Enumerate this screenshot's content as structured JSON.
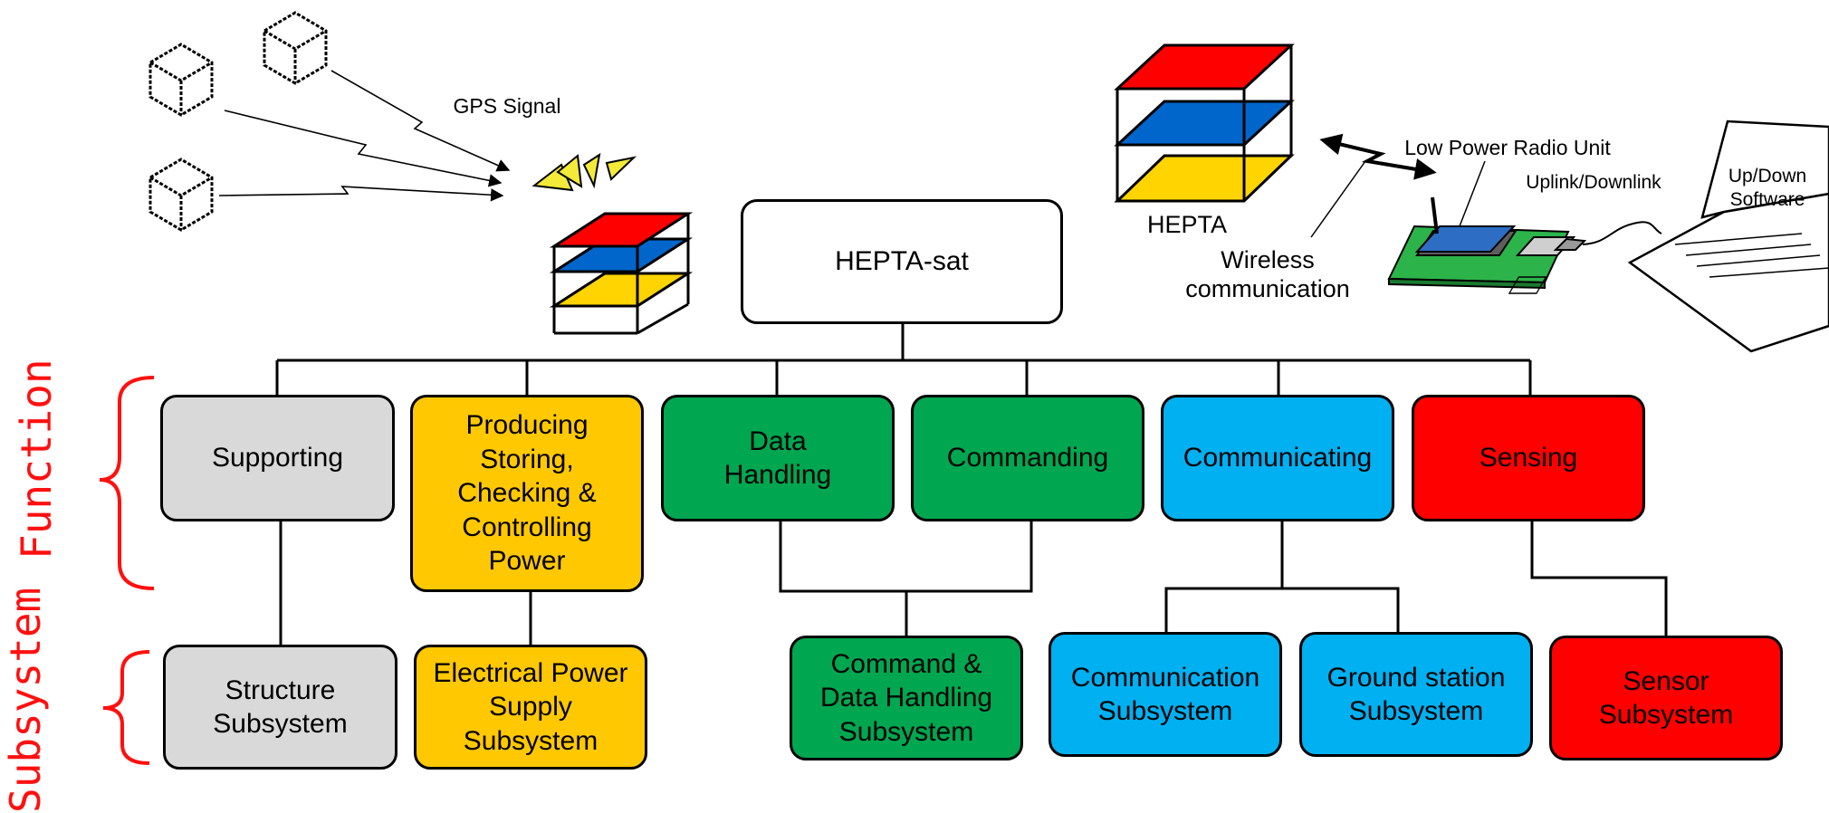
{
  "title": "HEPTA-sat",
  "colors": {
    "gray": "#d9d9d9",
    "yellow": "#ffc800",
    "green": "#00a650",
    "blue": "#00b0f0",
    "red": "#ff0000",
    "accent": "#ff1010"
  },
  "side_labels": {
    "function": "Function",
    "subsystem": "Subsystem"
  },
  "functions": [
    {
      "label": "Supporting",
      "color": "gray"
    },
    {
      "label": "Producing\nStoring,\nChecking &\nControlling\nPower",
      "color": "yellow"
    },
    {
      "label": "Data\nHandling",
      "color": "green"
    },
    {
      "label": "Commanding",
      "color": "green"
    },
    {
      "label": "Communicating",
      "color": "blue"
    },
    {
      "label": "Sensing",
      "color": "red"
    }
  ],
  "subsystems": [
    {
      "label": "Structure\nSubsystem",
      "color": "gray"
    },
    {
      "label": "Electrical Power\nSupply\nSubsystem",
      "color": "yellow"
    },
    {
      "label": "Command &\nData Handling\nSubsystem",
      "color": "green"
    },
    {
      "label": "Communication\nSubsystem",
      "color": "blue"
    },
    {
      "label": "Ground station\nSubsystem",
      "color": "blue"
    },
    {
      "label": "Sensor\nSubsystem",
      "color": "red"
    }
  ],
  "illustration": {
    "gps_signal": "GPS Signal",
    "hepta": "HEPTA",
    "wireless": "Wireless\ncommunication",
    "radio": "Low Power Radio Unit",
    "link": "Uplink/Downlink",
    "software": "Up/Down\nSoftware"
  }
}
